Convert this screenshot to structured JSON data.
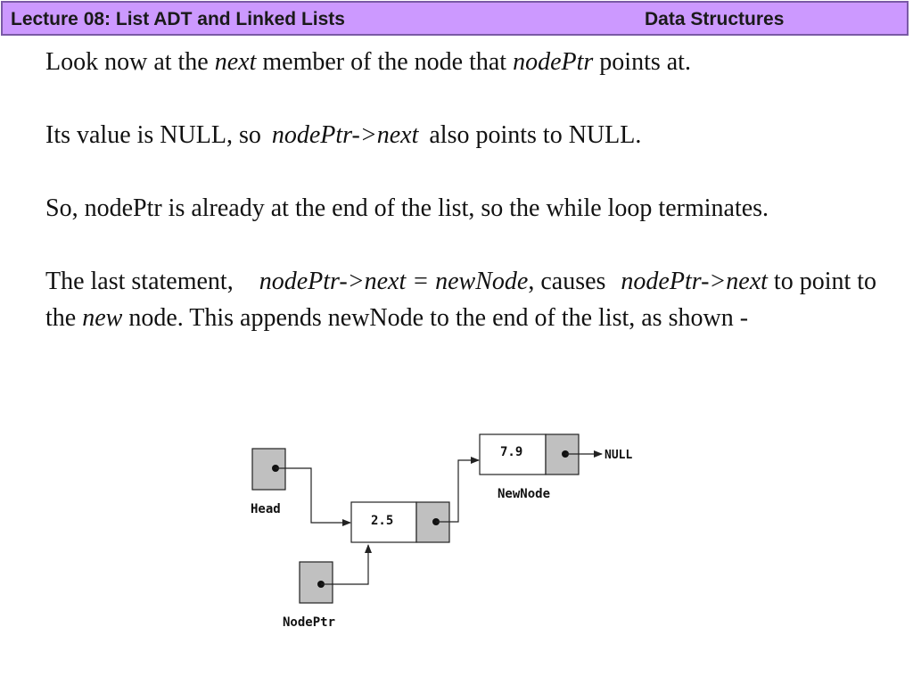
{
  "header": {
    "left": "Lecture 08: List ADT and Linked Lists",
    "right": "Data Structures"
  },
  "paragraphs": {
    "p1": {
      "a": "Look now at the ",
      "b": "next",
      "c": " member of the node that ",
      "d": "nodePtr",
      "e": " points at."
    },
    "p2": {
      "a": "Its value is NULL, so ",
      "b": "nodePtr->next",
      "c": " also points to NULL."
    },
    "p3": {
      "a": "So, nodePtr is already at the end of the list, so the while loop terminates."
    },
    "p4": {
      "a": "The last statement, ",
      "b": "nodePtr->next",
      "c": " = ",
      "d": "newNode",
      "e": ", causes ",
      "f": "nodePtr->next",
      "g": " to point to the ",
      "h": "new",
      "i": " node. This appends newNode to the end of the list, as shown -"
    }
  },
  "diagram": {
    "head_label": "Head",
    "nodeptr_label": "NodePtr",
    "node1_value": "2.5",
    "node2_value": "7.9",
    "newnode_label": "NewNode",
    "null_label": "NULL",
    "colors": {
      "pointer_fill": "#c0c0c0",
      "value_fill": "#ffffff",
      "line": "#222222",
      "header_bg": "#cc99ff"
    }
  }
}
